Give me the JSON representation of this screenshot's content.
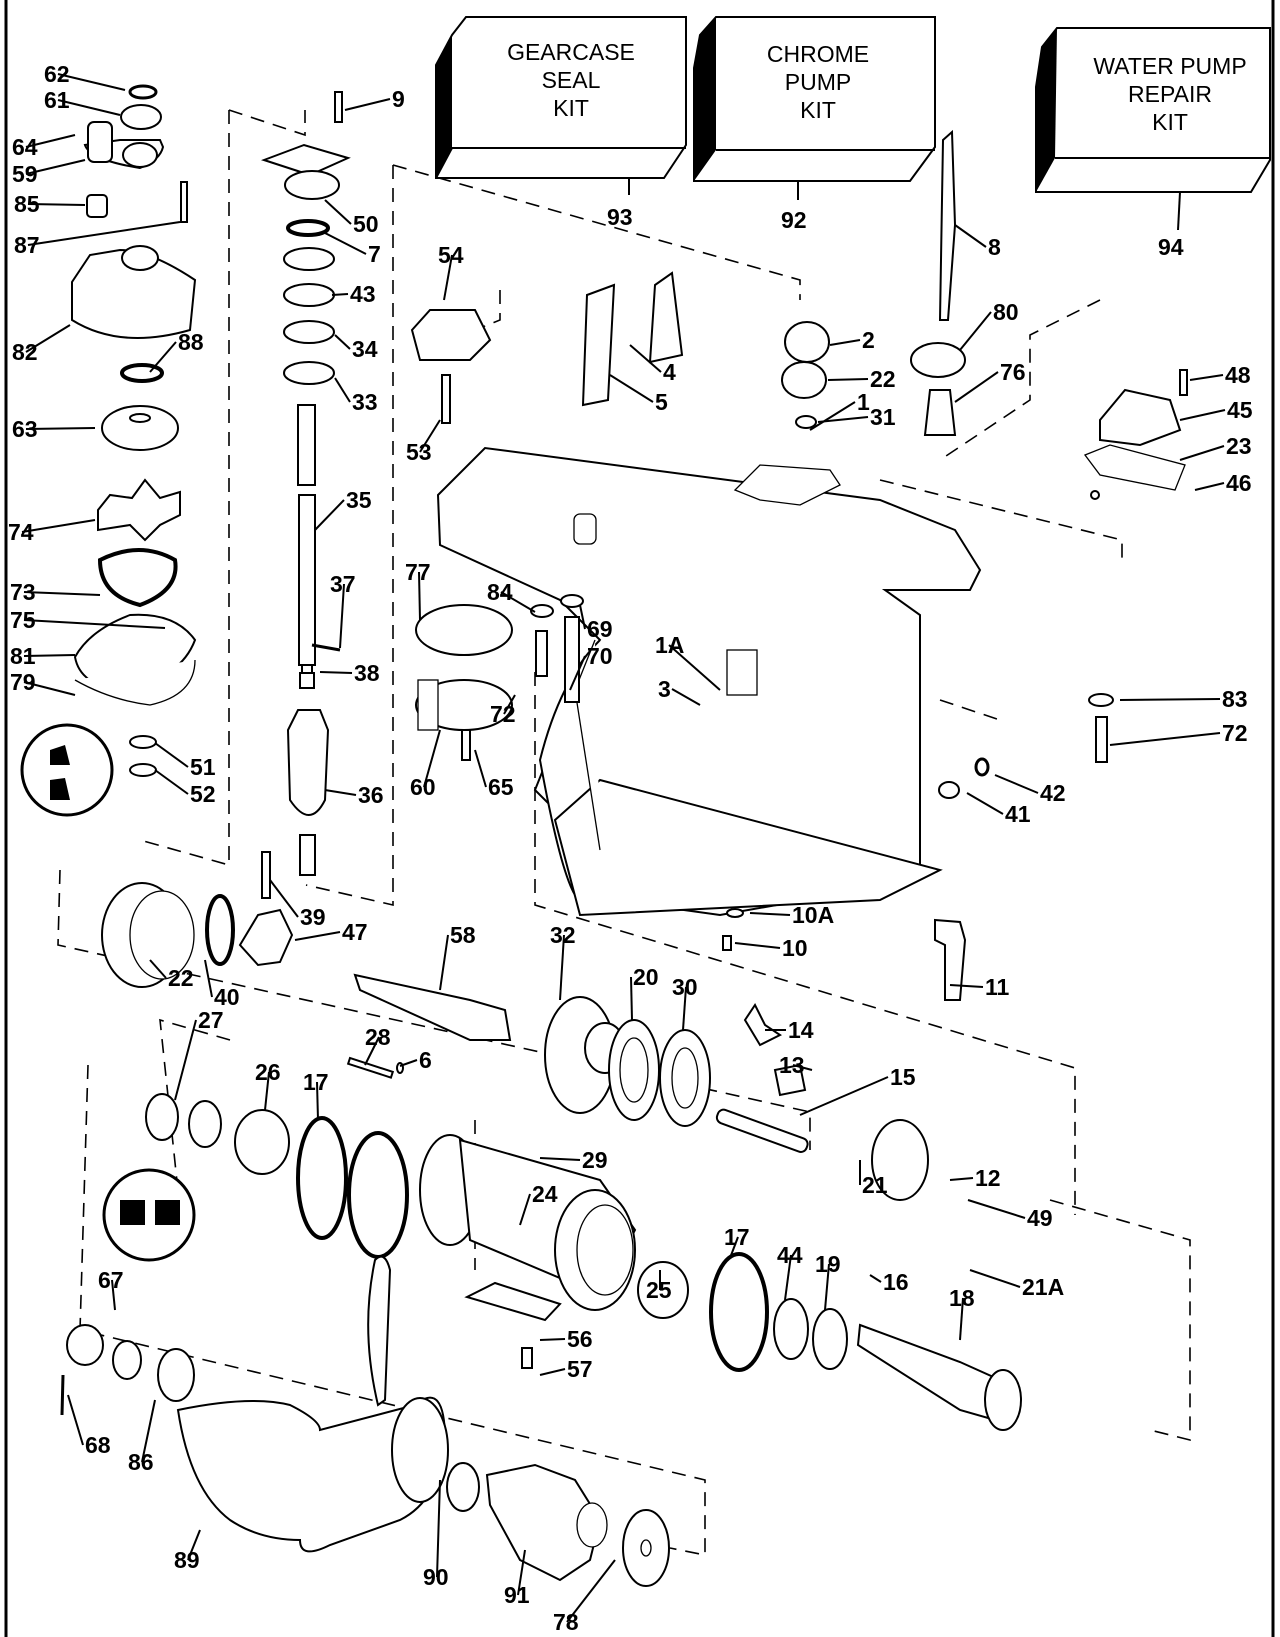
{
  "diagram": {
    "title": "Gearcase exploded parts diagram",
    "kits": [
      {
        "id": "93",
        "lines": [
          "GEARCASE",
          "SEAL",
          "KIT"
        ]
      },
      {
        "id": "92",
        "lines": [
          "CHROME",
          "PUMP",
          "KIT"
        ]
      },
      {
        "id": "94",
        "lines": [
          "WATER PUMP",
          "REPAIR",
          "KIT"
        ]
      }
    ],
    "callouts": [
      "62",
      "61",
      "64",
      "59",
      "85",
      "87",
      "82",
      "88",
      "63",
      "74",
      "73",
      "75",
      "81",
      "79",
      "51",
      "52",
      "9",
      "50",
      "7",
      "43",
      "34",
      "33",
      "35",
      "37",
      "38",
      "36",
      "39",
      "47",
      "54",
      "53",
      "77",
      "84",
      "69",
      "70",
      "72",
      "60",
      "65",
      "93",
      "92",
      "94",
      "8",
      "2",
      "22",
      "31",
      "1",
      "4",
      "5",
      "80",
      "76",
      "48",
      "45",
      "23",
      "46",
      "1A",
      "3",
      "83",
      "72",
      "42",
      "41",
      "10A",
      "10",
      "11",
      "22",
      "40",
      "58",
      "32",
      "20",
      "30",
      "14",
      "13",
      "15",
      "28",
      "6",
      "27",
      "26",
      "17",
      "29",
      "24",
      "21",
      "12",
      "49",
      "21A",
      "16",
      "25",
      "17",
      "44",
      "19",
      "18",
      "56",
      "57",
      "67",
      "68",
      "86",
      "89",
      "90",
      "91",
      "78"
    ]
  }
}
